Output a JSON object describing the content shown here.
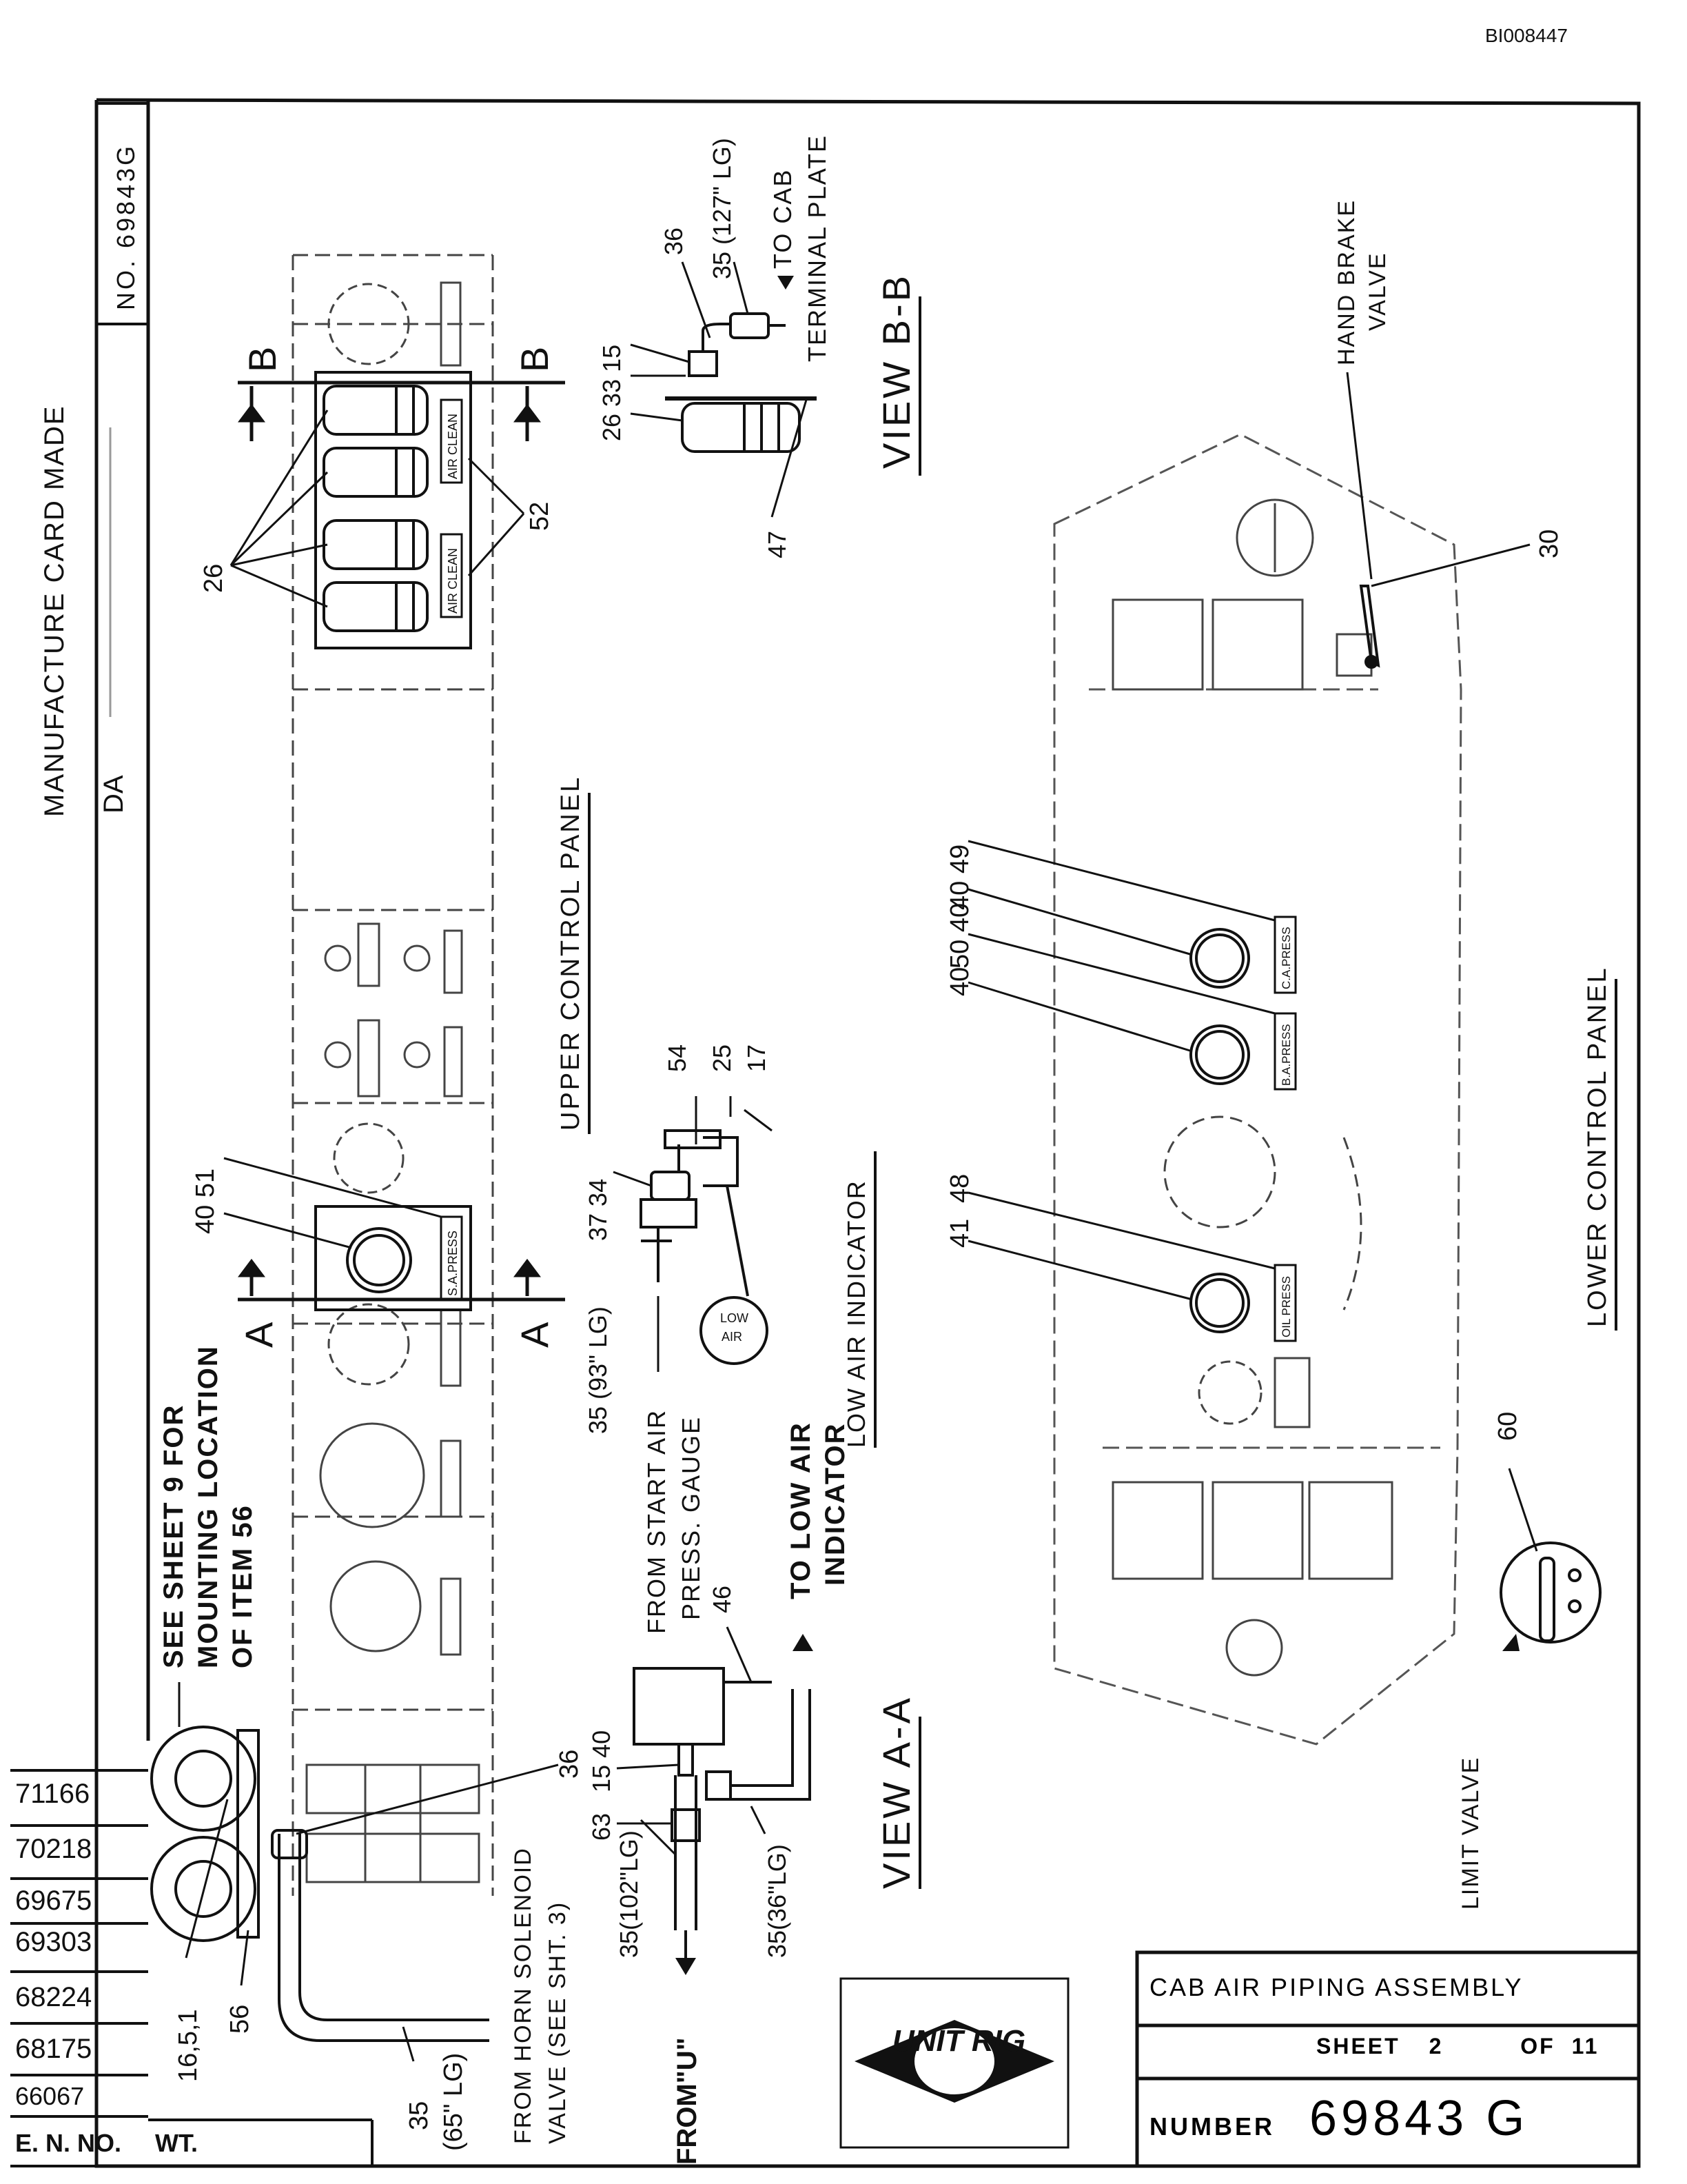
{
  "document_id": "BI008447",
  "drawing_number_vertical": "NO. 69843G",
  "manufacture_stamp": "MANUFACTURE CARD MADE",
  "stamp_date": "DA",
  "title_block": {
    "title": "CAB AIR PIPING ASSEMBLY",
    "sheet_label": "SHEET",
    "sheet_number": "2",
    "of_label": "OF",
    "sheet_total": "11",
    "number_label": "NUMBER",
    "number_value": "69843 G",
    "logo_text": "UNIT RIG"
  },
  "revision_column": {
    "rows": [
      "71166",
      "70218",
      "69675",
      "69303",
      "68224",
      "68175",
      "66067"
    ],
    "en_label": "E. N. NO.",
    "wt_label": "WT."
  },
  "views": {
    "upper_panel": "UPPER CONTROL PANEL",
    "lower_panel": "LOWER CONTROL PANEL",
    "view_aa": "VIEW A-A",
    "view_bb": "VIEW B-B",
    "section_a": "A",
    "section_b": "B"
  },
  "labels": {
    "note_sheet9_l1": "SEE SHEET 9 FOR",
    "note_sheet9_l2": "MOUNTING LOCATION",
    "note_sheet9_l3": "OF ITEM 56",
    "from_start_air_l1": "FROM START AIR",
    "from_start_air_l2": "PRESS. GAUGE",
    "to_low_air_l1": "TO LOW AIR",
    "to_low_air_l2": "INDICATOR",
    "low_air_indicator": "LOW AIR INDICATOR",
    "from_horn_l1": "FROM HORN SOLENOID",
    "from_horn_l2": "VALVE (SEE SHT. 3)",
    "from_u": "FROM\"U\"",
    "to_cab_l1": "TO CAB",
    "to_cab_l2": "TERMINAL PLATE",
    "hand_brake_l1": "HAND BRAKE",
    "hand_brake_l2": "VALVE",
    "limit_valve": "LIMIT VALVE",
    "air_clean": "AIR CLEAN",
    "sa_press": "S.A.PRESS",
    "ba_press": "B.A.PRESS",
    "ca_press": "C.A.PRESS",
    "oil_press": "OIL PRESS",
    "low_air_gauge_l1": "LOW",
    "low_air_gauge_l2": "AIR"
  },
  "callouts": {
    "c26": "26",
    "c52": "52",
    "c40_51": "40 51",
    "c36_top": "36",
    "c35_127": "35 (127\" LG)",
    "c26_33_15": "26 33 15",
    "c47": "47",
    "c30": "30",
    "c40_49": "40 49",
    "c50_40": "50 40",
    "c40": "40",
    "c41": "41",
    "c48": "48",
    "c54": "54",
    "c25": "25",
    "c17": "17",
    "c37_34": "37 34",
    "c35_93": "35 (93\" LG)",
    "c46": "46",
    "c15_40": "15 40",
    "c63": "63",
    "c35_102": "35(102\"LG)",
    "c35_36": "35(36\"LG)",
    "c36_bottom": "36",
    "c16_5_1": "16,5,1",
    "c56": "56",
    "c35_65_l1": "35",
    "c35_65_l2": "(65\" LG)",
    "c60": "60"
  },
  "colors": {
    "ink": "#111111",
    "paper": "#ffffff"
  }
}
